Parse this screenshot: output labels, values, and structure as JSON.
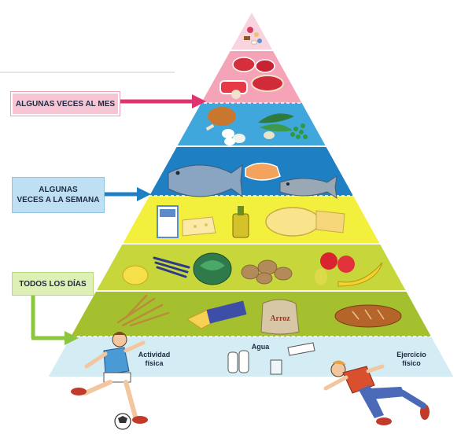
{
  "labels": {
    "monthly": "ALGUNAS VECES AL MES",
    "weekly_line1": "ALGUNAS",
    "weekly_line2": "VECES A LA SEMANA",
    "daily": "TODOS LOS DÍAS"
  },
  "base": {
    "activity_line1": "Actividad",
    "activity_line2": "física",
    "water": "Agua",
    "exercise_line1": "Ejercicio",
    "exercise_line2": "físico"
  },
  "food_labels": {
    "rice_bag": "Arroz"
  },
  "colors": {
    "tier_sweets": "#f9d3dd",
    "tier_meat": "#f5a3b6",
    "tier_poultry": "#3fa7dc",
    "tier_fish": "#1e7fc3",
    "tier_dairy": "#f3ef3d",
    "tier_produce": "#c7d63b",
    "tier_grains": "#a5c02e",
    "tier_base": "#d4ecf4",
    "arrow_monthly": "#e0336f",
    "arrow_weekly": "#1e7fc3",
    "arrow_daily": "#8cc63f"
  }
}
